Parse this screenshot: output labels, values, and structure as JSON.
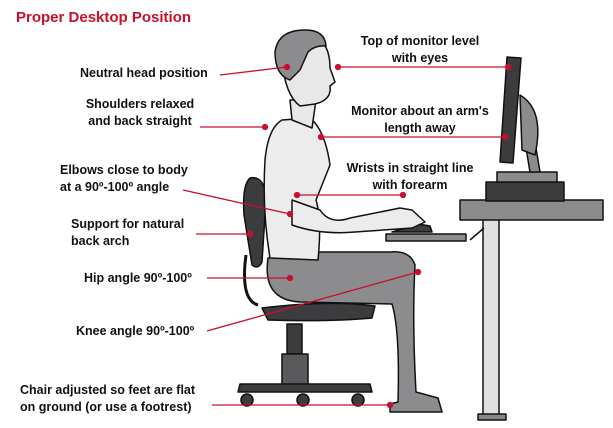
{
  "title": "Proper Desktop Position",
  "labels": {
    "head": "Neutral head position",
    "monitor_top": [
      "Top of monitor level",
      "with eyes"
    ],
    "shoulders": [
      "Shoulders relaxed",
      "and back straight"
    ],
    "monitor_distance": [
      "Monitor about an arm's",
      "length away"
    ],
    "elbows": [
      "Elbows close to body",
      "at a 90º-100º angle"
    ],
    "wrists": [
      "Wrists in straight line",
      "with forearm"
    ],
    "back_support": [
      "Support for natural",
      "back arch"
    ],
    "hip": "Hip angle 90º-100º",
    "knee": "Knee angle 90º-100º",
    "feet": [
      "Chair adjusted so feet are flat",
      "on ground (or use a footrest)"
    ]
  },
  "colors": {
    "accent": "#c8102e",
    "dark": "#3c3c3e",
    "mid": "#8a8a8c",
    "light": "#e8e8e8"
  }
}
